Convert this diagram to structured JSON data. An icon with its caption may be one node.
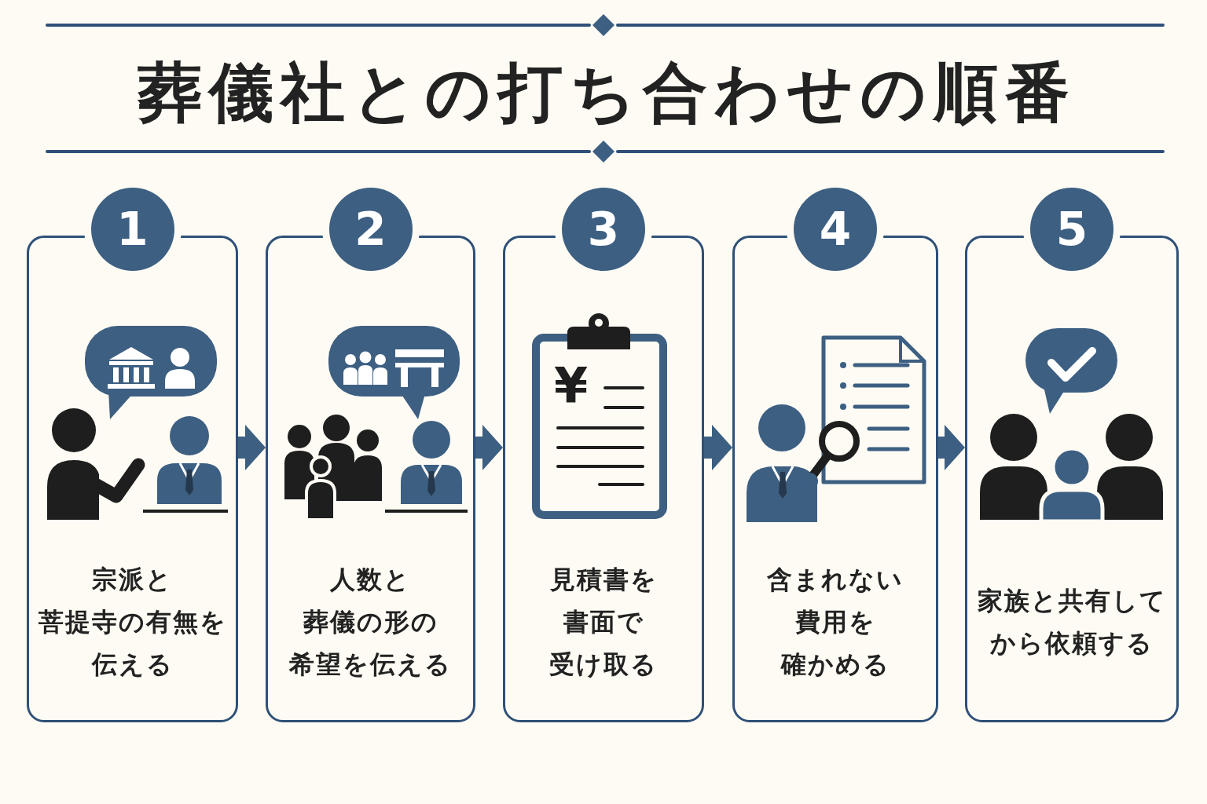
{
  "diagram": {
    "title": "葬儀社との打ち合わせの順番",
    "nodes": [
      {
        "text": [
          "1",
          "宗派と菩提寺の有無を伝える"
        ]
      },
      {
        "text": [
          "2",
          "人数と葬儀の形の希望を伝える"
        ]
      },
      {
        "text": [
          "3",
          "見積書を書面で受け取る"
        ]
      },
      {
        "text": [
          "4",
          "含まれない費用を確かめる"
        ]
      },
      {
        "text": [
          "5",
          "家族と共有してから依頼する"
        ]
      }
    ],
    "edges": [
      {
        "from": 0,
        "to": 1,
        "arrow": "to"
      },
      {
        "from": 1,
        "to": 2,
        "arrow": "to"
      },
      {
        "from": 2,
        "to": 3,
        "arrow": "to"
      },
      {
        "from": 3,
        "to": 4,
        "arrow": "to"
      }
    ],
    "labels": [
      "¥"
    ]
  }
}
